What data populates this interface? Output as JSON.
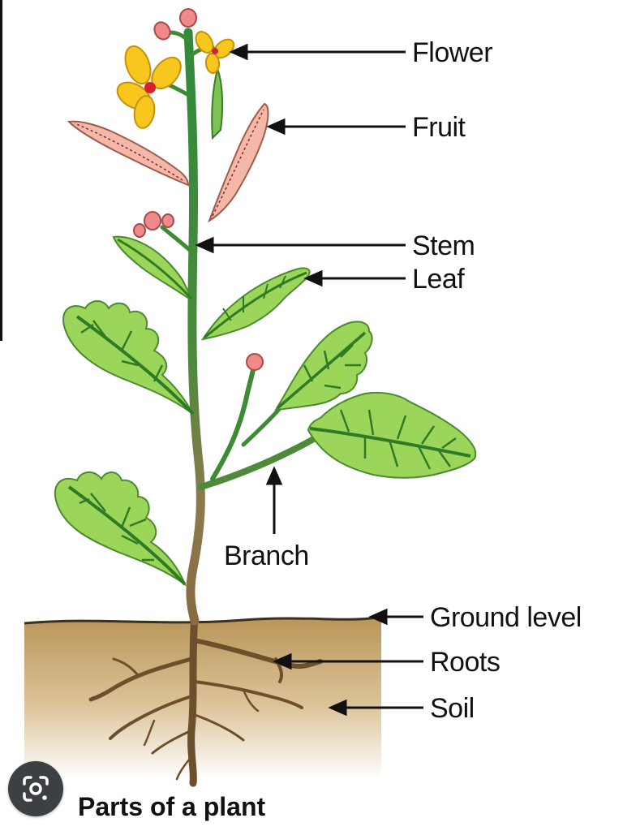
{
  "labels": {
    "flower": "Flower",
    "fruit": "Fruit",
    "stem": "Stem",
    "leaf": "Leaf",
    "branch": "Branch",
    "ground_level": "Ground level",
    "roots": "Roots",
    "soil": "Soil"
  },
  "caption": "Parts of a plant",
  "colors": {
    "leaf_fill": "#9bd65a",
    "leaf_vein": "#2f7a25",
    "stem": "#3f8a34",
    "stem_lower": "#8a7a4a",
    "root": "#7a5a35",
    "soil": "#c7a871",
    "flower_petal": "#f7c71e",
    "flower_center": "#d8202a",
    "bud": "#f08a8a",
    "fruit": "#f5b8a8"
  },
  "icons": {
    "lens": "google-lens-icon"
  }
}
